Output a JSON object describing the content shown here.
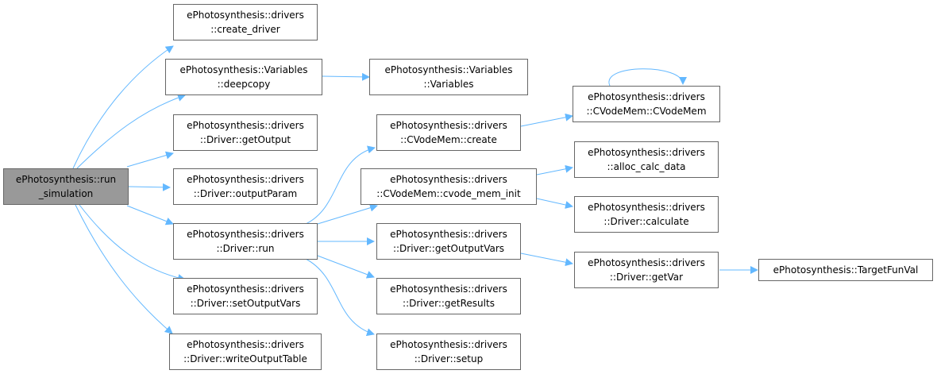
{
  "colors": {
    "edge": "#63b8ff",
    "node_border": "#666666",
    "root_fill": "#999999"
  },
  "nodes": {
    "run_simulation": {
      "line1": "ePhotosynthesis::run",
      "line2": "_simulation"
    },
    "create_driver": {
      "line1": "ePhotosynthesis::drivers",
      "line2": "::create_driver"
    },
    "deepcopy": {
      "line1": "ePhotosynthesis::Variables",
      "line2": "::deepcopy"
    },
    "variables": {
      "line1": "ePhotosynthesis::Variables",
      "line2": "::Variables"
    },
    "getOutput": {
      "line1": "ePhotosynthesis::drivers",
      "line2": "::Driver::getOutput"
    },
    "outputParam": {
      "line1": "ePhotosynthesis::drivers",
      "line2": "::Driver::outputParam"
    },
    "run": {
      "line1": "ePhotosynthesis::drivers",
      "line2": "::Driver::run"
    },
    "setOutputVars": {
      "line1": "ePhotosynthesis::drivers",
      "line2": "::Driver::setOutputVars"
    },
    "writeOutputTable": {
      "line1": "ePhotosynthesis::drivers",
      "line2": "::Driver::writeOutputTable"
    },
    "cvodemem_create": {
      "line1": "ePhotosynthesis::drivers",
      "line2": "::CVodeMem::create"
    },
    "cvode_mem_init": {
      "line1": "ePhotosynthesis::drivers",
      "line2": "::CVodeMem::cvode_mem_init"
    },
    "getOutputVars": {
      "line1": "ePhotosynthesis::drivers",
      "line2": "::Driver::getOutputVars"
    },
    "getResults": {
      "line1": "ePhotosynthesis::drivers",
      "line2": "::Driver::getResults"
    },
    "setup": {
      "line1": "ePhotosynthesis::drivers",
      "line2": "::Driver::setup"
    },
    "cvodemem_ctor": {
      "line1": "ePhotosynthesis::drivers",
      "line2": "::CVodeMem::CVodeMem"
    },
    "alloc_calc_data": {
      "line1": "ePhotosynthesis::drivers",
      "line2": "::alloc_calc_data"
    },
    "calculate": {
      "line1": "ePhotosynthesis::drivers",
      "line2": "::Driver::calculate"
    },
    "getVar": {
      "line1": "ePhotosynthesis::drivers",
      "line2": "::Driver::getVar"
    },
    "targetFunVal": {
      "line1": "ePhotosynthesis::TargetFunVal"
    }
  }
}
